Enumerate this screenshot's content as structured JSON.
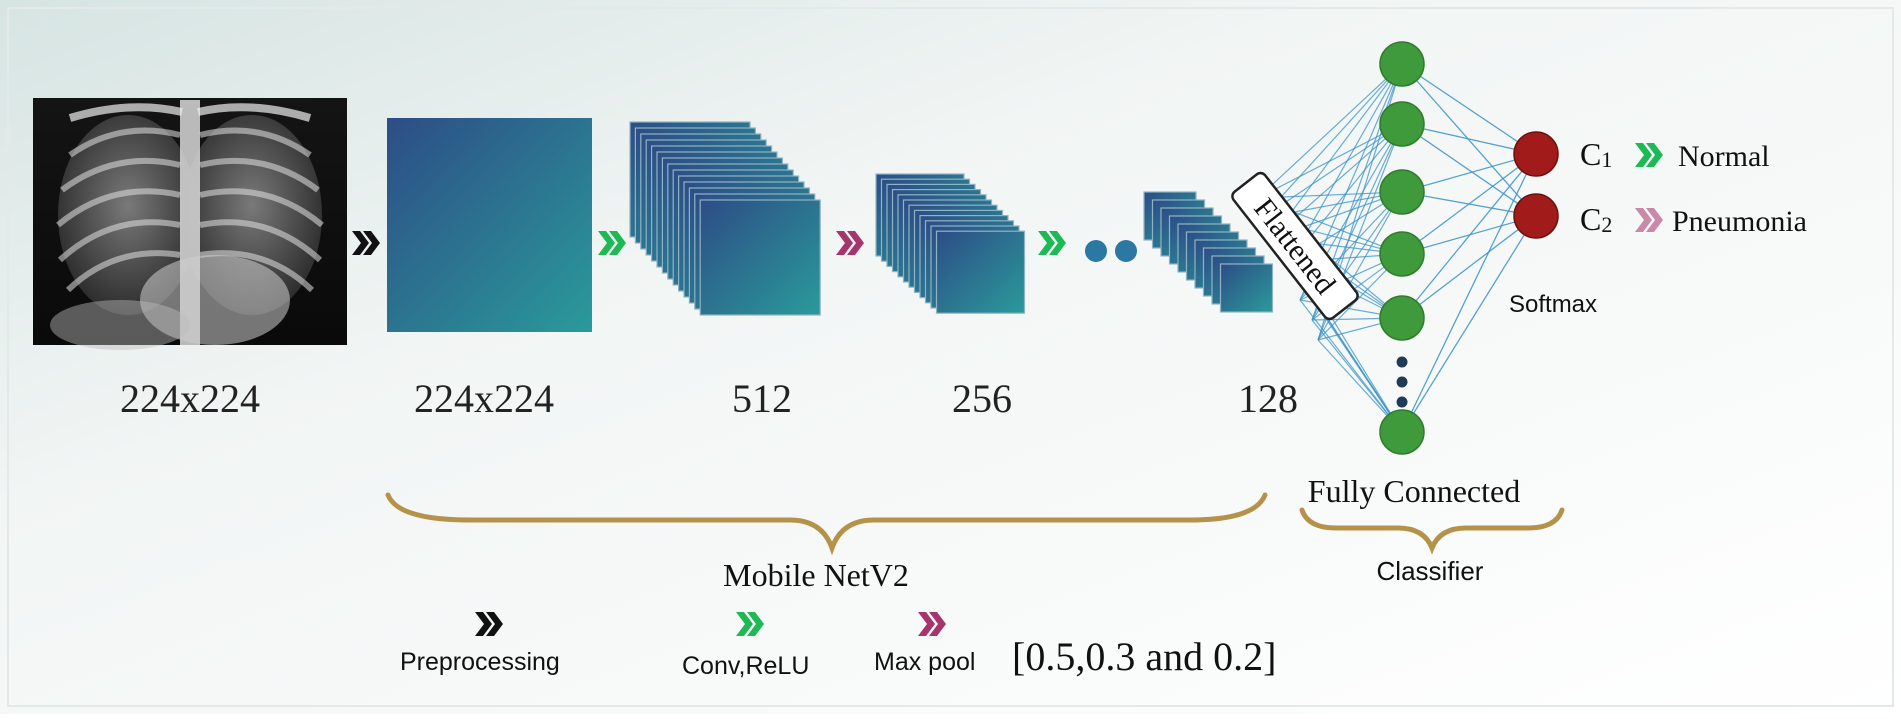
{
  "input": {
    "image_alt": "chest x-ray",
    "size_label": "224x224"
  },
  "layers": [
    {
      "id": "preproc",
      "label": "224x224"
    },
    {
      "id": "conv512",
      "label": "512"
    },
    {
      "id": "pool256",
      "label": "256"
    },
    {
      "id": "feat128",
      "label": "128"
    }
  ],
  "flattened_label": "Flattened",
  "fully_connected_label": "Fully Connected",
  "softmax_label": "Softmax",
  "outputs": [
    {
      "symbol": "C",
      "sub": "1",
      "name": "Normal",
      "arrow_color": "#1db954"
    },
    {
      "symbol": "C",
      "sub": "2",
      "name": "Pneumonia",
      "arrow_color": "#c88aa8"
    }
  ],
  "backbone_label": "Mobile NetV2",
  "classifier_label": "Classifier",
  "legend": [
    {
      "label": "Preprocessing",
      "color": "#111111"
    },
    {
      "label": "Conv,ReLU",
      "color": "#1db954"
    },
    {
      "label": "Max pool",
      "color": "#a8346c"
    }
  ],
  "dropout_text": "[0.5,0.3 and 0.2]",
  "colors": {
    "block_dark": "#2b4e86",
    "block_light": "#2a9a9a",
    "neuron_green": "#3e9a3a",
    "neuron_red": "#a11b1b",
    "connection": "#3b93c6",
    "brace": "#b5924a",
    "preproc_arrow": "#111111",
    "conv_arrow": "#1db954",
    "pool_arrow": "#a8346c"
  }
}
